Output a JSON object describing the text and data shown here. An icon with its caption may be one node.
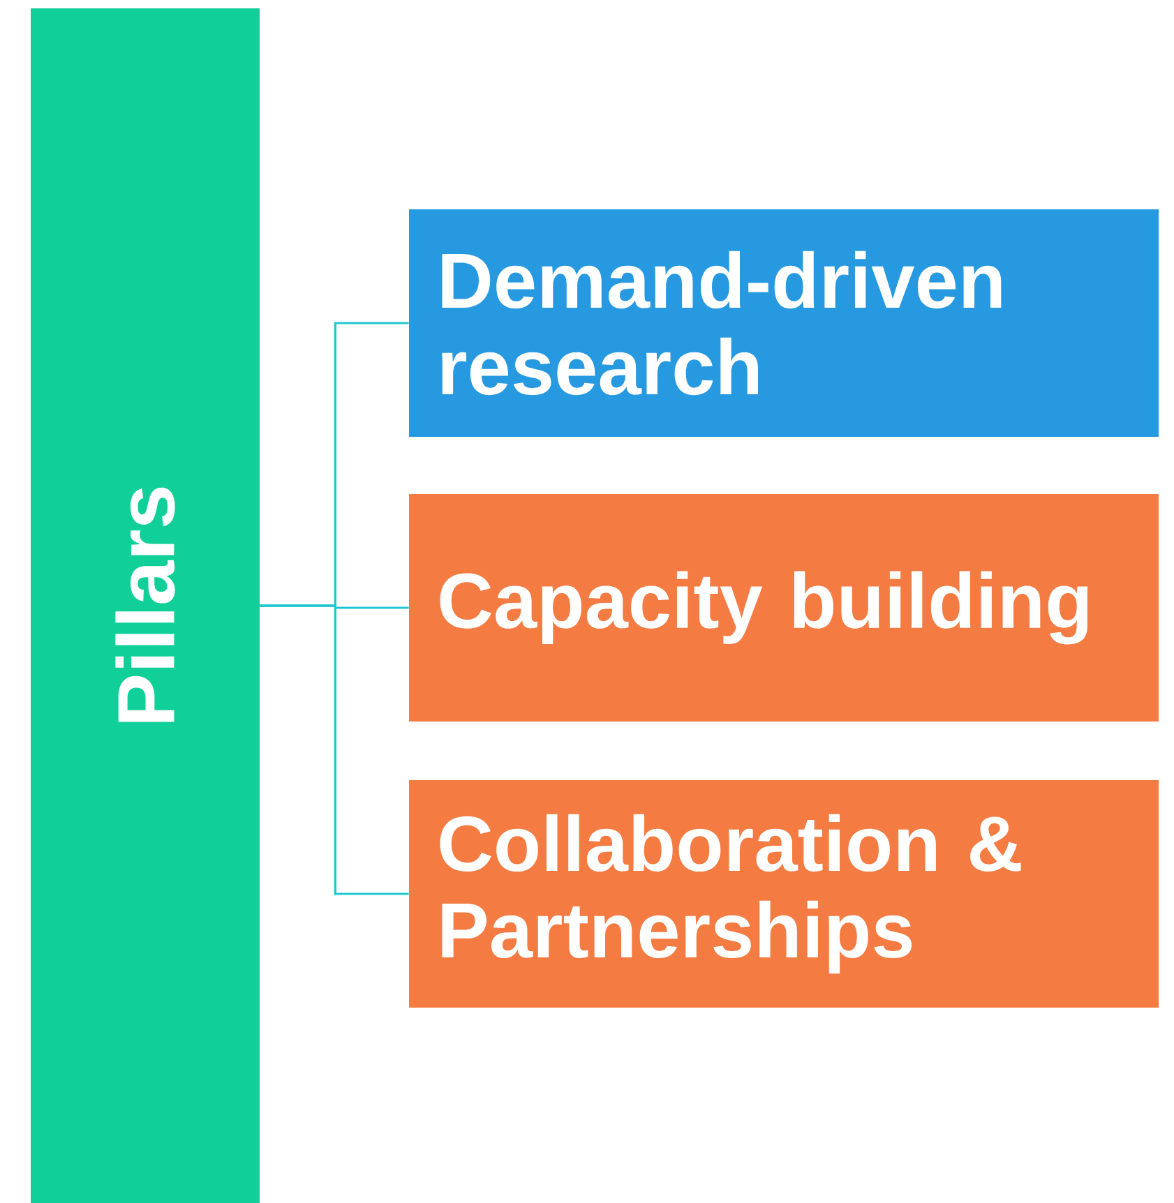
{
  "diagram": {
    "nodes": [
      {
        "text": [
          "Pillars"
        ]
      },
      {
        "text": [
          "Demand-driven research"
        ]
      },
      {
        "text": [
          "Capacity building"
        ]
      },
      {
        "text": [
          "Collaboration & Partnerships"
        ]
      }
    ],
    "edges": [
      {
        "from": 0,
        "to": 1,
        "arrow": "none"
      },
      {
        "from": 0,
        "to": 2,
        "arrow": "none"
      },
      {
        "from": 0,
        "to": 3,
        "arrow": "none"
      }
    ]
  }
}
